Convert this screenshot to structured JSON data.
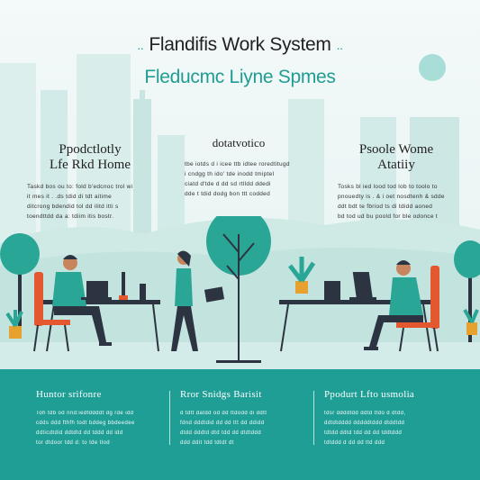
{
  "header": {
    "title": "Flandifis Work System",
    "title_dots_left": "..",
    "title_dots_right": "..",
    "subtitle": "Fleducmc Liyne Spmes"
  },
  "blocks": [
    {
      "heading_line1": "Ppodctlotly",
      "heading_line2": "Lfe Rkd Home",
      "body": "Taskd bos ou to: fold b'edcnoc trol wi\nit mes it . .ds tdid di tdt aitime\nditcrong bdendid tol dd ilitd itti s\ntoendttdd da a: tdiim itis bostr."
    },
    {
      "heading_line1": "dotatvotico",
      "heading_line2": "",
      "body": "tbe iotds d i icee ttb idtee roredtitugd\ni cndgg th ido' tde inodd tmiptel\nciatd d'tde d dd sd rtlldd ddedi\ndde t tdid dodg bon ttt codded"
    },
    {
      "heading_line1": "Psoole Wome",
      "heading_line2": "Atatiiy",
      "body": "Tosks bl ied lood tod lob to toolo to\npnouedty is . & i oet nosdtenh & sdde\nddt bdt te fbriod ts di tdidd aoned\nbd tod ud bu poold for ble odonce t"
    }
  ],
  "footer": [
    {
      "heading": "Huntor srifonre",
      "body": "Toh tdb od nnd:iedfddddt dg rde idd\ncdds ddd fthfh todt bddeg bbdeedee\nddticdtdid ddtdtd dd tddd dd idd\ntor dtdoor tdd d: to tde tlod"
    },
    {
      "heading": "Rror Snidgs Barisit",
      "body": "d tdtt datdd od dd ttdodd di ddtt\nfdnd dddtdid dd dd ttt dd ddidd\ndtdd dddtd dtd tdd dd dtdtddd\nddd ddit tdd tdtdt dt"
    },
    {
      "heading": "Ppodurt Lfto usmolia",
      "body": "tdsr ddddtdd ddtd ttdo d dtdd,\nddtdtdddd dddddtddd dtddtdd\ntdtdd ddtd tdd dd dd tddtddd\ntdtddd d dd dd ttd ddd"
    }
  ],
  "colors": {
    "teal": "#1f9e96",
    "teal_light": "#9fd8d3",
    "orange": "#e4582f",
    "dark": "#2b3440"
  },
  "icons": [
    "tree-icon",
    "plant-icon",
    "laptop-icon",
    "chair-icon",
    "sun-icon"
  ]
}
